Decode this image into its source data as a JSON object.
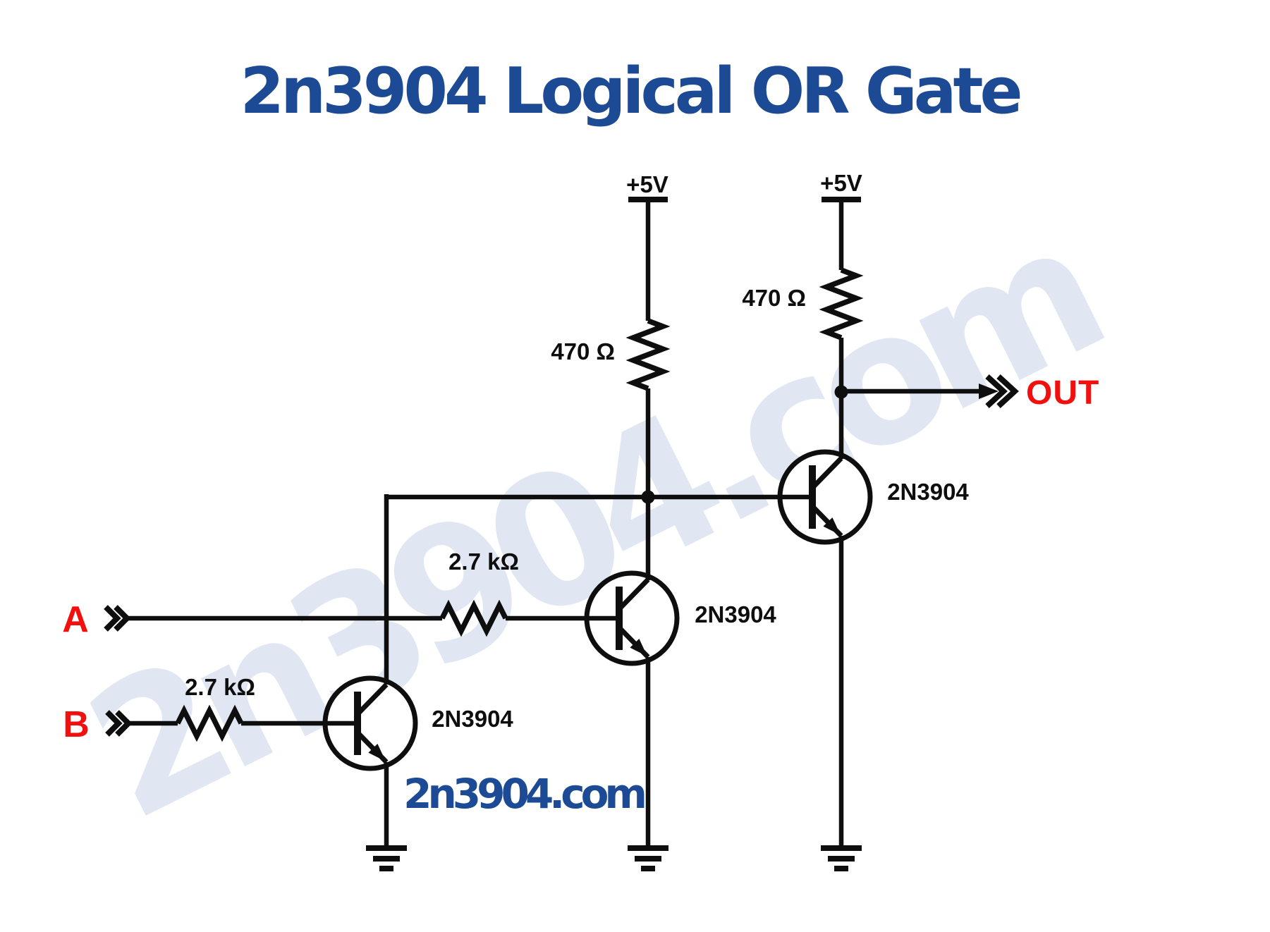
{
  "title": "2n3904 Logical OR Gate",
  "watermark": "2n3904.com",
  "footer_site": "2n3904.com",
  "colors": {
    "title_blue": "#1c4a94",
    "label_red": "#f2100f",
    "ink": "#0e0e0e",
    "watermark_blue": "#e0e7f2"
  },
  "power": {
    "left_label": "+5V",
    "right_label": "+5V"
  },
  "resistors": {
    "pullup_left": {
      "label": "470 Ω"
    },
    "pullup_right": {
      "label": "470 Ω"
    },
    "input_a": {
      "label": "2.7 kΩ"
    },
    "input_b": {
      "label": "2.7 kΩ"
    }
  },
  "transistors": {
    "q1": {
      "label": "2N3904"
    },
    "q2": {
      "label": "2N3904"
    },
    "q3": {
      "label": "2N3904"
    }
  },
  "ports": {
    "input_a": "A",
    "input_b": "B",
    "output": "OUT"
  }
}
